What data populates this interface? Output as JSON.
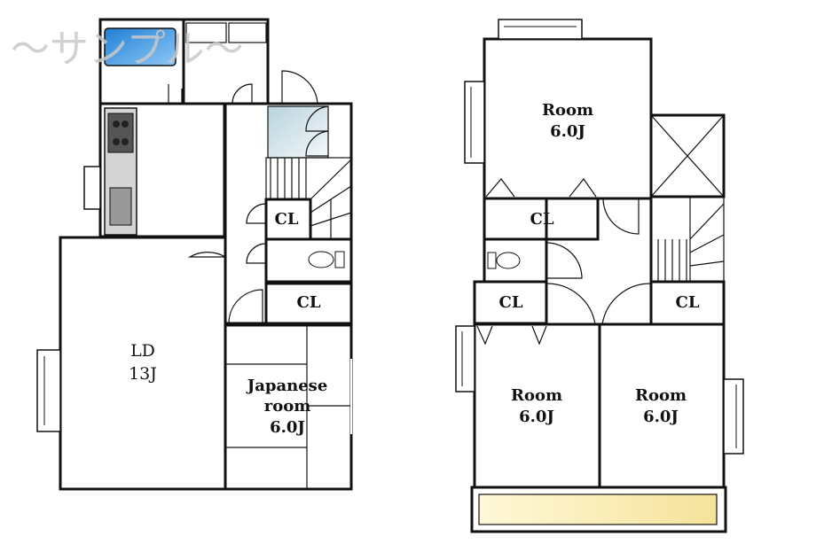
{
  "watermark": "〜サンプル〜",
  "floor1": {
    "ld": {
      "name": "LD",
      "size": "13J"
    },
    "japanese_room": {
      "line1": "Japanese",
      "line2": "room",
      "size": "6.0J"
    },
    "closets": [
      "CL",
      "CL"
    ]
  },
  "floor2": {
    "room_top": {
      "name": "Room",
      "size": "6.0J"
    },
    "room_left": {
      "name": "Room",
      "size": "6.0J"
    },
    "room_right": {
      "name": "Room",
      "size": "6.0J"
    },
    "closets": [
      "CL",
      "CL",
      "CL"
    ]
  },
  "colors": {
    "bath": "#2a8ee0",
    "balcony": "#fbecb0",
    "wash": "#dbe9ef",
    "kitchen": "#cfcfcf"
  }
}
